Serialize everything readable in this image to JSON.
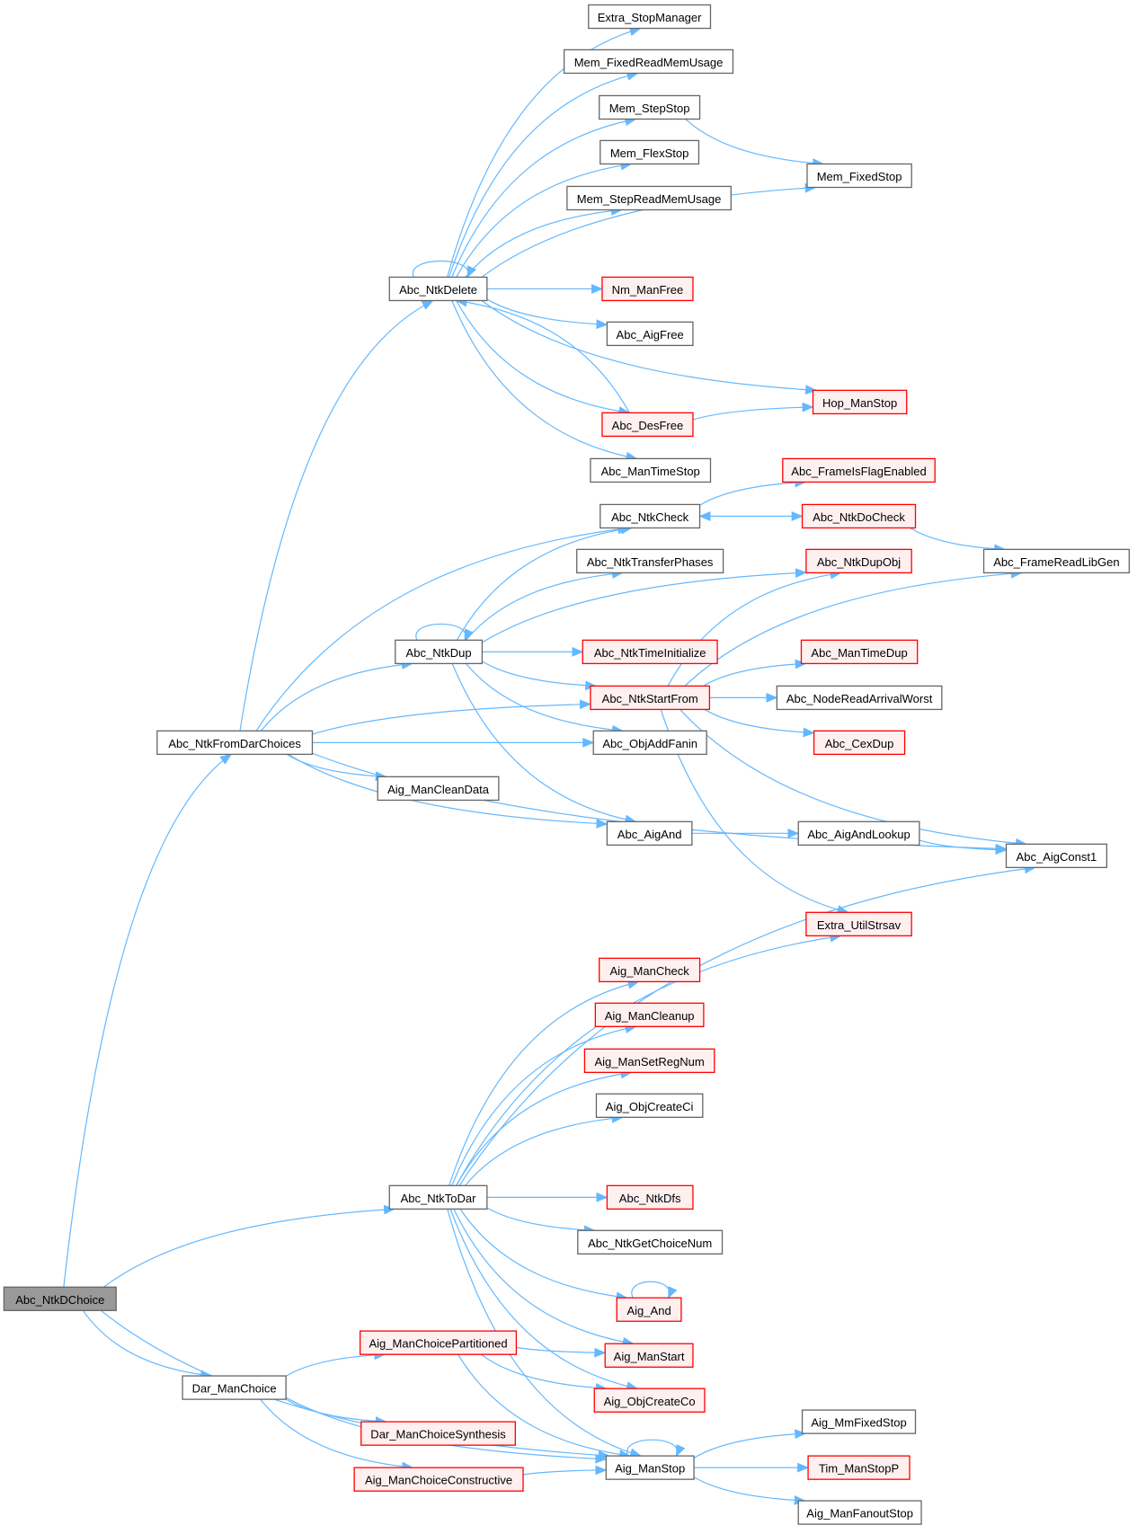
{
  "colors": {
    "edge": "#63b8ff",
    "node_border": "#666666",
    "red_border": "#ff0000",
    "red_fill": "#fff0f0",
    "root_fill": "#999999"
  },
  "nodes": [
    {
      "label": "Abc_NtkDChoice",
      "style": "root"
    },
    {
      "label": "Abc_NtkFromDarChoices",
      "style": "normal"
    },
    {
      "label": "Abc_NtkToDar",
      "style": "normal"
    },
    {
      "label": "Dar_ManChoice",
      "style": "normal"
    },
    {
      "label": "Abc_NtkDelete",
      "style": "normal"
    },
    {
      "label": "Extra_StopManager",
      "style": "normal"
    },
    {
      "label": "Mem_FixedReadMemUsage",
      "style": "normal"
    },
    {
      "label": "Mem_StepStop",
      "style": "normal"
    },
    {
      "label": "Mem_FlexStop",
      "style": "normal"
    },
    {
      "label": "Mem_StepReadMemUsage",
      "style": "normal"
    },
    {
      "label": "Mem_FixedStop",
      "style": "normal"
    },
    {
      "label": "Nm_ManFree",
      "style": "red"
    },
    {
      "label": "Abc_AigFree",
      "style": "normal"
    },
    {
      "label": "Hop_ManStop",
      "style": "red"
    },
    {
      "label": "Abc_DesFree",
      "style": "red"
    },
    {
      "label": "Abc_ManTimeStop",
      "style": "normal"
    },
    {
      "label": "Abc_FrameIsFlagEnabled",
      "style": "red"
    },
    {
      "label": "Abc_NtkCheck",
      "style": "normal"
    },
    {
      "label": "Abc_NtkDoCheck",
      "style": "red"
    },
    {
      "label": "Abc_NtkTransferPhases",
      "style": "normal"
    },
    {
      "label": "Abc_NtkDupObj",
      "style": "red"
    },
    {
      "label": "Abc_FrameReadLibGen",
      "style": "normal"
    },
    {
      "label": "Abc_NtkDup",
      "style": "normal"
    },
    {
      "label": "Abc_NtkTimeInitialize",
      "style": "red"
    },
    {
      "label": "Abc_ManTimeDup",
      "style": "red"
    },
    {
      "label": "Abc_NtkStartFrom",
      "style": "red"
    },
    {
      "label": "Abc_NodeReadArrivalWorst",
      "style": "normal"
    },
    {
      "label": "Abc_ObjAddFanin",
      "style": "normal"
    },
    {
      "label": "Abc_CexDup",
      "style": "red"
    },
    {
      "label": "Aig_ManCleanData",
      "style": "normal"
    },
    {
      "label": "Abc_AigAnd",
      "style": "normal"
    },
    {
      "label": "Abc_AigAndLookup",
      "style": "normal"
    },
    {
      "label": "Abc_AigConst1",
      "style": "normal"
    },
    {
      "label": "Extra_UtilStrsav",
      "style": "red"
    },
    {
      "label": "Aig_ManCheck",
      "style": "red"
    },
    {
      "label": "Aig_ManCleanup",
      "style": "red"
    },
    {
      "label": "Aig_ManSetRegNum",
      "style": "red"
    },
    {
      "label": "Aig_ObjCreateCi",
      "style": "normal"
    },
    {
      "label": "Abc_NtkDfs",
      "style": "red"
    },
    {
      "label": "Abc_NtkGetChoiceNum",
      "style": "normal"
    },
    {
      "label": "Aig_And",
      "style": "red"
    },
    {
      "label": "Aig_ManChoicePartitioned",
      "style": "red"
    },
    {
      "label": "Aig_ManStart",
      "style": "red"
    },
    {
      "label": "Aig_ObjCreateCo",
      "style": "red"
    },
    {
      "label": "Dar_ManChoiceSynthesis",
      "style": "red"
    },
    {
      "label": "Aig_MmFixedStop",
      "style": "normal"
    },
    {
      "label": "Aig_ManChoiceConstructive",
      "style": "red"
    },
    {
      "label": "Aig_ManStop",
      "style": "normal"
    },
    {
      "label": "Tim_ManStopP",
      "style": "red"
    },
    {
      "label": "Aig_ManFanoutStop",
      "style": "normal"
    }
  ],
  "edges": [
    [
      "Abc_NtkDChoice",
      "Abc_NtkFromDarChoices"
    ],
    [
      "Abc_NtkDChoice",
      "Abc_NtkToDar"
    ],
    [
      "Abc_NtkDChoice",
      "Dar_ManChoice"
    ],
    [
      "Abc_NtkDChoice",
      "Aig_ManStop"
    ],
    [
      "Abc_NtkFromDarChoices",
      "Abc_NtkDelete"
    ],
    [
      "Abc_NtkFromDarChoices",
      "Abc_NtkCheck"
    ],
    [
      "Abc_NtkFromDarChoices",
      "Abc_NtkDup"
    ],
    [
      "Abc_NtkFromDarChoices",
      "Abc_NtkStartFrom"
    ],
    [
      "Abc_NtkFromDarChoices",
      "Abc_ObjAddFanin"
    ],
    [
      "Abc_NtkFromDarChoices",
      "Aig_ManCleanData"
    ],
    [
      "Abc_NtkFromDarChoices",
      "Abc_AigAnd"
    ],
    [
      "Abc_NtkFromDarChoices",
      "Abc_AigConst1"
    ],
    [
      "Abc_NtkDelete",
      "Extra_StopManager"
    ],
    [
      "Abc_NtkDelete",
      "Mem_FixedReadMemUsage"
    ],
    [
      "Abc_NtkDelete",
      "Mem_StepStop"
    ],
    [
      "Abc_NtkDelete",
      "Mem_FlexStop"
    ],
    [
      "Abc_NtkDelete",
      "Mem_StepReadMemUsage"
    ],
    [
      "Abc_NtkDelete",
      "Mem_FixedStop"
    ],
    [
      "Abc_NtkDelete",
      "Nm_ManFree"
    ],
    [
      "Abc_NtkDelete",
      "Abc_AigFree"
    ],
    [
      "Abc_NtkDelete",
      "Hop_ManStop"
    ],
    [
      "Abc_NtkDelete",
      "Abc_DesFree"
    ],
    [
      "Abc_NtkDelete",
      "Abc_ManTimeStop"
    ],
    [
      "Abc_NtkDelete",
      "Abc_NtkDelete"
    ],
    [
      "Mem_StepStop",
      "Mem_FixedStop"
    ],
    [
      "Abc_DesFree",
      "Hop_ManStop"
    ],
    [
      "Abc_DesFree",
      "Abc_NtkDelete"
    ],
    [
      "Abc_NtkCheck",
      "Abc_FrameIsFlagEnabled"
    ],
    [
      "Abc_NtkCheck",
      "Abc_NtkDoCheck"
    ],
    [
      "Abc_NtkDoCheck",
      "Abc_NtkCheck"
    ],
    [
      "Abc_NtkDoCheck",
      "Abc_FrameReadLibGen"
    ],
    [
      "Abc_NtkDup",
      "Abc_NtkCheck"
    ],
    [
      "Abc_NtkDup",
      "Abc_NtkTransferPhases"
    ],
    [
      "Abc_NtkDup",
      "Abc_NtkDupObj"
    ],
    [
      "Abc_NtkDup",
      "Abc_NtkTimeInitialize"
    ],
    [
      "Abc_NtkDup",
      "Abc_NtkStartFrom"
    ],
    [
      "Abc_NtkDup",
      "Abc_ObjAddFanin"
    ],
    [
      "Abc_NtkDup",
      "Abc_AigAnd"
    ],
    [
      "Abc_NtkDup",
      "Abc_NtkDup"
    ],
    [
      "Abc_NtkStartFrom",
      "Abc_NtkDupObj"
    ],
    [
      "Abc_NtkStartFrom",
      "Abc_FrameReadLibGen"
    ],
    [
      "Abc_NtkStartFrom",
      "Abc_ManTimeDup"
    ],
    [
      "Abc_NtkStartFrom",
      "Abc_NodeReadArrivalWorst"
    ],
    [
      "Abc_NtkStartFrom",
      "Abc_CexDup"
    ],
    [
      "Abc_NtkStartFrom",
      "Abc_AigConst1"
    ],
    [
      "Abc_NtkStartFrom",
      "Extra_UtilStrsav"
    ],
    [
      "Abc_AigAnd",
      "Abc_AigAndLookup"
    ],
    [
      "Abc_AigAndLookup",
      "Abc_AigConst1"
    ],
    [
      "Abc_NtkToDar",
      "Extra_UtilStrsav"
    ],
    [
      "Abc_NtkToDar",
      "Aig_ManCheck"
    ],
    [
      "Abc_NtkToDar",
      "Aig_ManCleanup"
    ],
    [
      "Abc_NtkToDar",
      "Aig_ManSetRegNum"
    ],
    [
      "Abc_NtkToDar",
      "Aig_ObjCreateCi"
    ],
    [
      "Abc_NtkToDar",
      "Abc_AigConst1"
    ],
    [
      "Abc_NtkToDar",
      "Abc_NtkDfs"
    ],
    [
      "Abc_NtkToDar",
      "Abc_NtkGetChoiceNum"
    ],
    [
      "Abc_NtkToDar",
      "Aig_And"
    ],
    [
      "Abc_NtkToDar",
      "Aig_ManStart"
    ],
    [
      "Abc_NtkToDar",
      "Aig_ObjCreateCo"
    ],
    [
      "Abc_NtkToDar",
      "Aig_ManStop"
    ],
    [
      "Aig_And",
      "Aig_And"
    ],
    [
      "Aig_ManChoicePartitioned",
      "Aig_ManStart"
    ],
    [
      "Aig_ManChoicePartitioned",
      "Aig_ObjCreateCo"
    ],
    [
      "Aig_ManChoicePartitioned",
      "Aig_ManStop"
    ],
    [
      "Dar_ManChoice",
      "Aig_ManChoicePartitioned"
    ],
    [
      "Dar_ManChoice",
      "Aig_ManStop"
    ],
    [
      "Dar_ManChoice",
      "Dar_ManChoiceSynthesis"
    ],
    [
      "Dar_ManChoice",
      "Aig_ManChoiceConstructive"
    ],
    [
      "Aig_ManChoiceConstructive",
      "Aig_ManStop"
    ],
    [
      "Aig_ManStop",
      "Aig_ManStop"
    ],
    [
      "Aig_ManStop",
      "Aig_MmFixedStop"
    ],
    [
      "Aig_ManStop",
      "Tim_ManStopP"
    ],
    [
      "Aig_ManStop",
      "Aig_ManFanoutStop"
    ]
  ]
}
